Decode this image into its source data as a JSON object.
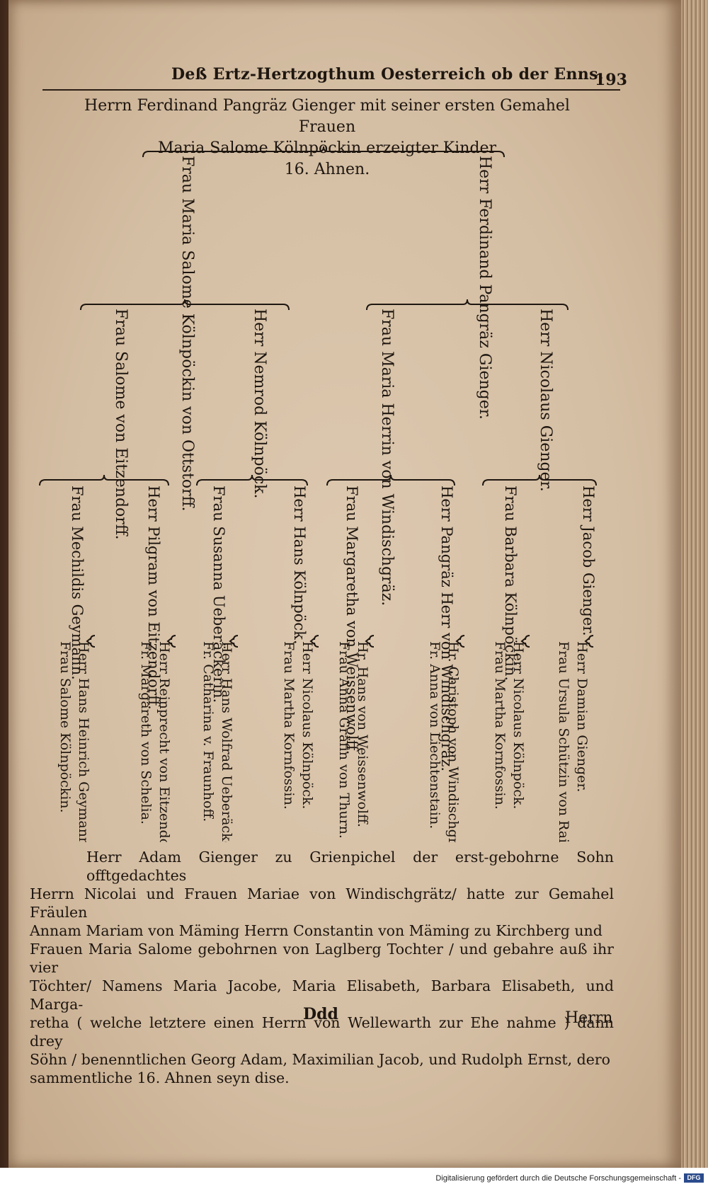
{
  "running_head": "Deß Ertz-Hertzogthum Oesterreich ob der Enns.",
  "folio": "193",
  "title_lines": [
    "Herrn Ferdinand Pangräz Gienger mit seiner ersten Gemahel Frauen",
    "Maria Salome Kölnpöckin erzeigter Kinder",
    "16. Ahnen."
  ],
  "tree": {
    "root": {
      "father": "Herr Ferdinand Pangräz Gienger.",
      "mother": "Frau Maria Salome Kölnpöckin von Ottstorff."
    },
    "grandparents": [
      "Herr Nicolaus Gienger.",
      "Frau Maria Herrin von Windischgräz.",
      "Herr Nemrod Kölnpöck.",
      "Frau Salome von Eitzendorff."
    ],
    "great_grandparents": [
      "Herr Jacob Gienger.",
      "Frau Barbara Kölnpöckin.",
      "Herr Pangräz Herr von Windischgräz.",
      "Frau Margaretha von Weissenwolff.",
      "Herr Hans Kölnpöck.",
      "Frau Susanna Ueberäckerin.",
      "Herr Pilgram von Eitzendorff.",
      "Frau Mechildis Geymann."
    ],
    "ancestors_16": [
      "Herr Damian Gienger.",
      "Frau Ursula Schützin von Raittenau.",
      "Herr Nicolaus Kölnpöck.",
      "Frau Martha Kornfossin.",
      "Hr. Christoph von Windischgräz.",
      "Fr. Anna von Liechtenstain.",
      "Hr. Hans von Weissenwolff.",
      "Frau Anna Gräfin von Thurn.",
      "Herr Nicolaus Kölnpöck.",
      "Frau Martha Kornfossin.",
      "Herr Hans Wolfrad Ueberäcker.",
      "Fr. Catharina v. Fraunhoff.",
      "Herr Reinprecht von Eitzendorff.",
      "Fr. Margareth von Schelia.",
      "Herr Hans Heinrich Geymann.",
      "Frau Salome Kölnpöckin."
    ]
  },
  "paragraph_lines": [
    "Herr Adam Gienger zu Grienpichel der erst-gebohrne Sohn offtgedachtes",
    "Herrn Nicolai und Frauen Mariae von Windischgrätz/ hatte zur Gemahel Fräulen",
    "Annam Mariam von Mäming Herrn Constantin von Mäming zu Kirchberg und",
    "Frauen Maria Salome gebohrnen von Laglberg Tochter / und gebahre auß ihr vier",
    "Töchter/ Namens Maria Jacobe, Maria Elisabeth, Barbara Elisabeth, und Marga-",
    "retha ( welche letztere einen Herrn von Wellewarth zur Ehe nahme ) dann drey",
    "Söhn / benenntlichen Georg Adam, Maximilian Jacob, und Rudolph Ernst, dero",
    "sammentliche 16. Ahnen seyn dise."
  ],
  "signature": "Ddd",
  "catchword": "Herrn",
  "footer": {
    "credit": "Digitalisierung gefördert durch die Deutsche Forschungsgemeinschaft -",
    "logo": "DFG"
  },
  "colors": {
    "paper": "#d8c4aa",
    "ink": "#1e1610",
    "binding": "#4a2e1e"
  }
}
